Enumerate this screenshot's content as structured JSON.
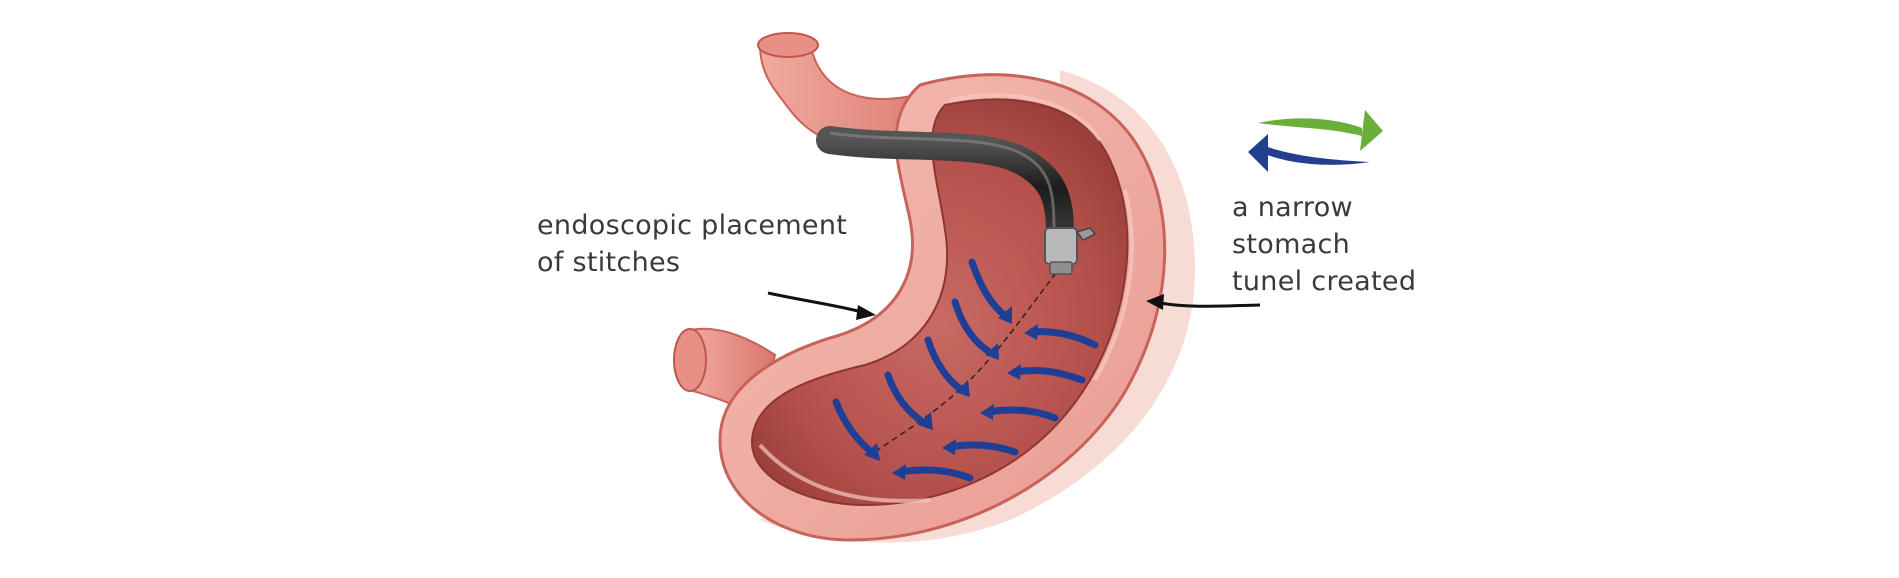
{
  "labels": {
    "stitches": {
      "line1": "endoscopic placement",
      "line2": "of stitches"
    },
    "tunnel": {
      "line1": "a narrow",
      "line2": "stomach",
      "line3": "tunel created"
    }
  },
  "colors": {
    "background": "#ffffff",
    "stomach_outer": "#e8908a",
    "stomach_wall": "#f2b3a8",
    "stomach_inner": "#b85550",
    "outer_layer": "#f6d8d0",
    "endoscope": "#2a2a2a",
    "stitch_arrows": "#1f3f96",
    "rotate_arrow_green": "#6cae3a",
    "rotate_arrow_blue": "#233f8f",
    "pointer_arrows": "#111111",
    "text": "#3a3a3a"
  },
  "icons": {
    "rotate": "bidirectional-rotate-arrows",
    "stitch": "curved-inward-arrows",
    "pointer": "curved-pointer-arrow"
  }
}
